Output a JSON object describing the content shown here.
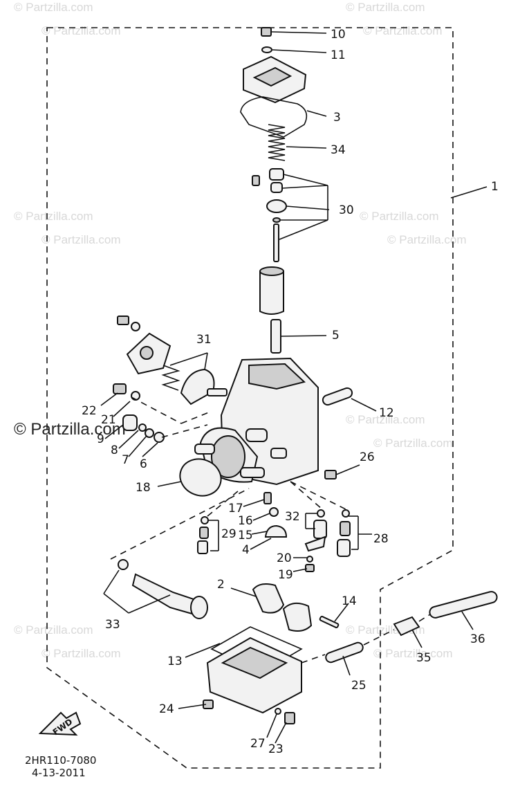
{
  "watermarks": {
    "small": "© Partzilla.com",
    "big": "© Partzilla.com"
  },
  "fwd_label": "FWD",
  "diagram_code": "2HR110-7080",
  "diagram_date": "4-13-2011",
  "callouts": [
    "1",
    "2",
    "3",
    "4",
    "5",
    "6",
    "7",
    "8",
    "9",
    "10",
    "11",
    "12",
    "13",
    "14",
    "15",
    "16",
    "17",
    "18",
    "19",
    "20",
    "21",
    "22",
    "23",
    "24",
    "25",
    "26",
    "27",
    "28",
    "29",
    "30",
    "31",
    "32",
    "33",
    "34",
    "35",
    "36"
  ]
}
